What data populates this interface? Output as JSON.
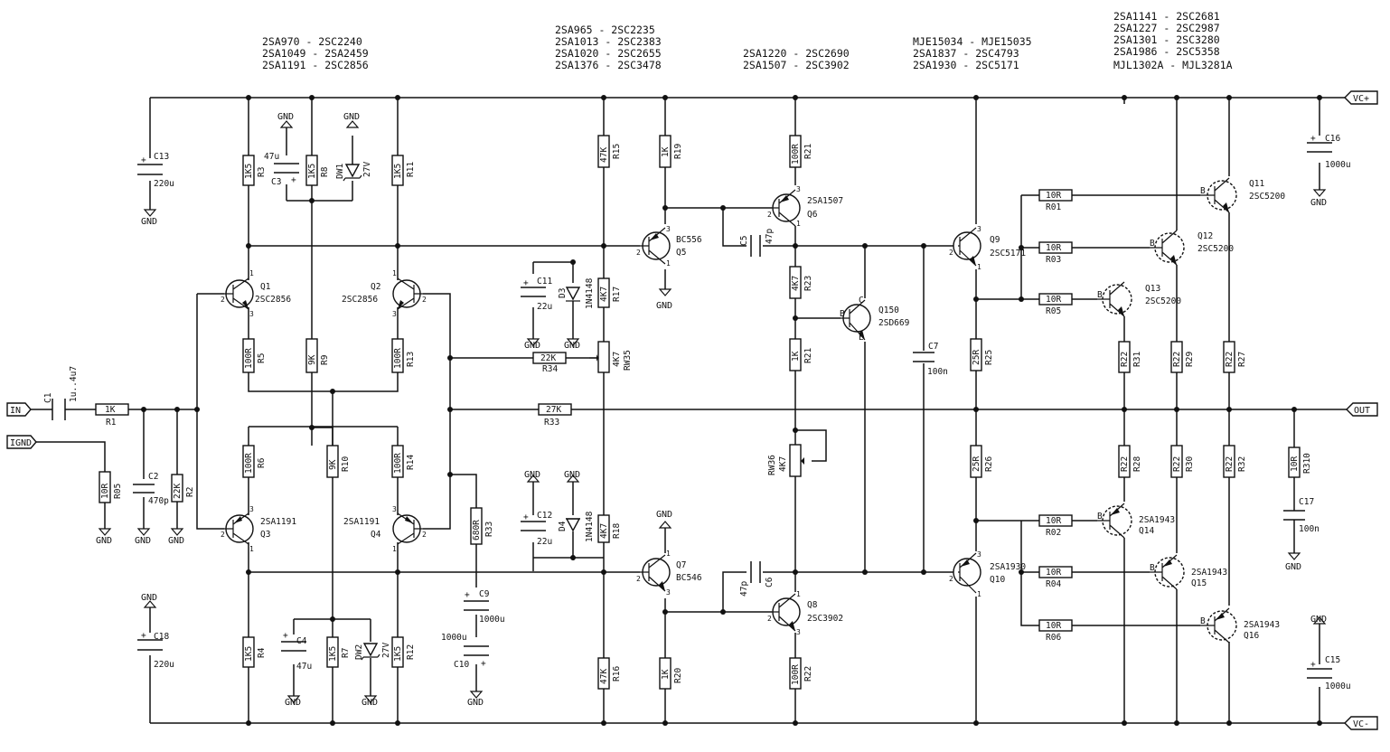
{
  "header_lists": {
    "col1": [
      "2SA970  - 2SC2240",
      "2SA1049 - 2SA2459",
      "2SA1191 - 2SC2856"
    ],
    "col2": [
      "2SA965  - 2SC2235",
      "2SA1013 - 2SC2383",
      "2SA1020 - 2SC2655",
      "2SA1376 - 2SC3478"
    ],
    "col3": [
      "2SA1220 - 2SC2690",
      "2SA1507 - 2SC3902"
    ],
    "col4": [
      "MJE15034 - MJE15035",
      "2SA1837 - 2SC4793",
      "2SA1930 - 2SC5171"
    ],
    "col5": [
      "2SA1141 - 2SC2681",
      "2SA1227 - 2SC2987",
      "2SA1301 - 2SC3280",
      "2SA1986 - 2SC5358",
      "MJL1302A - MJL3281A"
    ]
  },
  "ports": {
    "in": "IN",
    "ignd": "IGND",
    "out": "OUT",
    "vcp": "VC+",
    "vcm": "VC-"
  },
  "gnd": "GND",
  "resistors": [
    {
      "ref": "R1",
      "val": "1K"
    },
    {
      "ref": "R05",
      "val": "10R"
    },
    {
      "ref": "R2",
      "val": "22K"
    },
    {
      "ref": "R3",
      "val": "1K5"
    },
    {
      "ref": "R8",
      "val": "1K5"
    },
    {
      "ref": "R11",
      "val": "1K5"
    },
    {
      "ref": "R5",
      "val": "100R"
    },
    {
      "ref": "R9",
      "val": "9K"
    },
    {
      "ref": "R13",
      "val": "100R"
    },
    {
      "ref": "R6",
      "val": "100R"
    },
    {
      "ref": "R10",
      "val": "9K"
    },
    {
      "ref": "R14",
      "val": "100R"
    },
    {
      "ref": "R4",
      "val": "1K5"
    },
    {
      "ref": "R7",
      "val": "1K5"
    },
    {
      "ref": "R12",
      "val": "1K5"
    },
    {
      "ref": "R33",
      "val": "680R"
    },
    {
      "ref": "R34",
      "val": "22K"
    },
    {
      "ref": "R33",
      "val": "27K"
    },
    {
      "ref": "R15",
      "val": "47K"
    },
    {
      "ref": "R17",
      "val": "4K7"
    },
    {
      "ref": "R18",
      "val": "4K7"
    },
    {
      "ref": "R16",
      "val": "47K"
    },
    {
      "ref": "R19",
      "val": "1K"
    },
    {
      "ref": "R20",
      "val": "1K"
    },
    {
      "ref": "R21",
      "val": "100R"
    },
    {
      "ref": "R23",
      "val": "4K7"
    },
    {
      "ref": "R21",
      "val": "1K"
    },
    {
      "ref": "R22",
      "val": "100R"
    },
    {
      "ref": "R25",
      "val": "25R"
    },
    {
      "ref": "R26",
      "val": "25R"
    },
    {
      "ref": "R01",
      "val": "10R"
    },
    {
      "ref": "R03",
      "val": "10R"
    },
    {
      "ref": "R05",
      "val": "10R"
    },
    {
      "ref": "R02",
      "val": "10R"
    },
    {
      "ref": "R04",
      "val": "10R"
    },
    {
      "ref": "R06",
      "val": "10R"
    },
    {
      "ref": "R31",
      "val": "R22"
    },
    {
      "ref": "R29",
      "val": "R22"
    },
    {
      "ref": "R27",
      "val": "R22"
    },
    {
      "ref": "R28",
      "val": "R22"
    },
    {
      "ref": "R30",
      "val": "R22"
    },
    {
      "ref": "R32",
      "val": "R22"
    },
    {
      "ref": "R310",
      "val": "10R"
    }
  ],
  "pots": [
    {
      "ref": "RW35",
      "val": "4K7"
    },
    {
      "ref": "RW36",
      "val": "4K7"
    }
  ],
  "capacitors": [
    {
      "ref": "C1",
      "val": "1u..4u7"
    },
    {
      "ref": "C2",
      "val": "470p"
    },
    {
      "ref": "C13",
      "val": "220u"
    },
    {
      "ref": "C18",
      "val": "220u"
    },
    {
      "ref": "C3",
      "val": "47u"
    },
    {
      "ref": "C4",
      "val": "47u"
    },
    {
      "ref": "C9",
      "val": "1000u"
    },
    {
      "ref": "C10",
      "val": "1000u"
    },
    {
      "ref": "C11",
      "val": "22u"
    },
    {
      "ref": "C12",
      "val": "22u"
    },
    {
      "ref": "C5",
      "val": "47p"
    },
    {
      "ref": "C6",
      "val": "47p"
    },
    {
      "ref": "C7",
      "val": "100n"
    },
    {
      "ref": "C16",
      "val": "1000u"
    },
    {
      "ref": "C15",
      "val": "1000u"
    },
    {
      "ref": "C17",
      "val": "100n"
    }
  ],
  "diodes": [
    {
      "ref": "DW1",
      "val": "27V"
    },
    {
      "ref": "DW2",
      "val": "27V"
    },
    {
      "ref": "D3",
      "val": "1N4148"
    },
    {
      "ref": "D4",
      "val": "1N4148"
    }
  ],
  "transistors": [
    {
      "ref": "Q1",
      "val": "2SC2856"
    },
    {
      "ref": "Q2",
      "val": "2SC2856"
    },
    {
      "ref": "Q3",
      "val": "2SA1191"
    },
    {
      "ref": "Q4",
      "val": "2SA1191"
    },
    {
      "ref": "Q5",
      "val": "BC556"
    },
    {
      "ref": "Q7",
      "val": "BC546"
    },
    {
      "ref": "Q6",
      "val": "2SA1507"
    },
    {
      "ref": "Q8",
      "val": "2SC3902"
    },
    {
      "ref": "Q150",
      "val": "2SD669"
    },
    {
      "ref": "Q9",
      "val": "2SC5171"
    },
    {
      "ref": "Q10",
      "val": "2SA1930"
    },
    {
      "ref": "Q11",
      "val": "2SC5200"
    },
    {
      "ref": "Q12",
      "val": "2SC5200"
    },
    {
      "ref": "Q13",
      "val": "2SC5200"
    },
    {
      "ref": "Q14",
      "val": "2SA1943"
    },
    {
      "ref": "Q15",
      "val": "2SA1943"
    },
    {
      "ref": "Q16",
      "val": "2SA1943"
    }
  ],
  "pin_labels": {
    "b": "B",
    "c": "C",
    "e": "E",
    "one": "1",
    "two": "2",
    "three": "3",
    "plus": "+"
  }
}
